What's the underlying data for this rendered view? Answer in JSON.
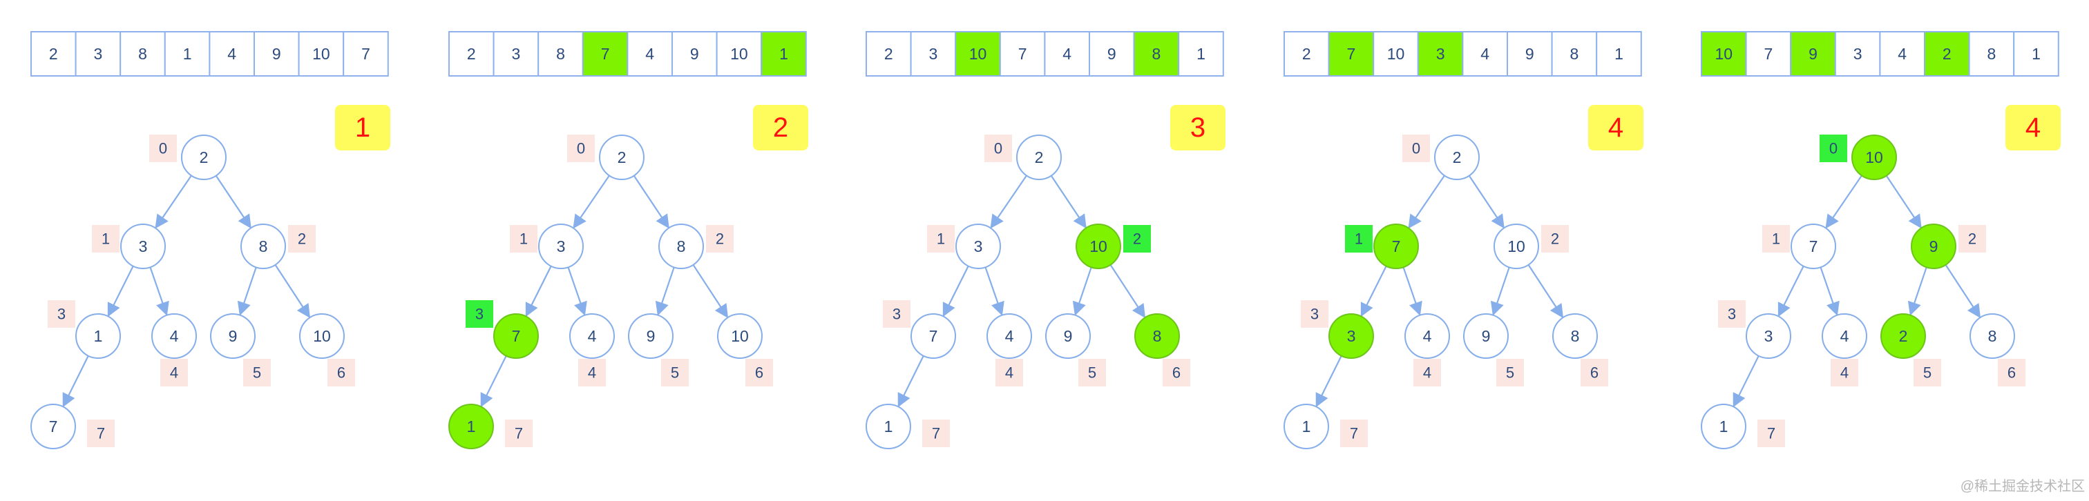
{
  "colors": {
    "cell_border": "#8fb2ef",
    "node_border": "#86aeea",
    "edge": "#86aeea",
    "text": "#2c4a7c",
    "highlight_fill": "#7ff200",
    "highlight_stroke": "#6cc51a",
    "index_badge": "#fce6e1",
    "index_badge_active": "#35f03a",
    "step_badge": "#fdfc5c",
    "step_text": "#ff0f0f"
  },
  "steps": [
    {
      "step_label": "1",
      "array": [
        "2",
        "3",
        "8",
        "1",
        "4",
        "9",
        "10",
        "7"
      ],
      "array_highlight": [],
      "tree_nodes": [
        "2",
        "3",
        "8",
        "1",
        "4",
        "9",
        "10",
        "7"
      ],
      "tree_highlight": [],
      "index_labels": [
        "0",
        "1",
        "2",
        "3",
        "4",
        "5",
        "6",
        "7"
      ],
      "index_active": []
    },
    {
      "step_label": "2",
      "array": [
        "2",
        "3",
        "8",
        "7",
        "4",
        "9",
        "10",
        "1"
      ],
      "array_highlight": [
        3,
        7
      ],
      "tree_nodes": [
        "2",
        "3",
        "8",
        "7",
        "4",
        "9",
        "10",
        "1"
      ],
      "tree_highlight": [
        3,
        7
      ],
      "index_labels": [
        "0",
        "1",
        "2",
        "3",
        "4",
        "5",
        "6",
        "7"
      ],
      "index_active": [
        3
      ]
    },
    {
      "step_label": "3",
      "array": [
        "2",
        "3",
        "10",
        "7",
        "4",
        "9",
        "8",
        "1"
      ],
      "array_highlight": [
        2,
        6
      ],
      "tree_nodes": [
        "2",
        "3",
        "10",
        "7",
        "4",
        "9",
        "8",
        "1"
      ],
      "tree_highlight": [
        2,
        6
      ],
      "index_labels": [
        "0",
        "1",
        "2",
        "3",
        "4",
        "5",
        "6",
        "7"
      ],
      "index_active": [
        2
      ]
    },
    {
      "step_label": "4",
      "array": [
        "2",
        "7",
        "10",
        "3",
        "4",
        "9",
        "8",
        "1"
      ],
      "array_highlight": [
        1,
        3
      ],
      "tree_nodes": [
        "2",
        "7",
        "10",
        "3",
        "4",
        "9",
        "8",
        "1"
      ],
      "tree_highlight": [
        1,
        3
      ],
      "index_labels": [
        "0",
        "1",
        "2",
        "3",
        "4",
        "5",
        "6",
        "7"
      ],
      "index_active": [
        1
      ]
    },
    {
      "step_label": "4",
      "array": [
        "10",
        "7",
        "9",
        "3",
        "4",
        "2",
        "8",
        "1"
      ],
      "array_highlight": [
        0,
        2,
        5
      ],
      "tree_nodes": [
        "10",
        "7",
        "9",
        "3",
        "4",
        "2",
        "8",
        "1"
      ],
      "tree_highlight": [
        0,
        2,
        5
      ],
      "index_labels": [
        "0",
        "1",
        "2",
        "3",
        "4",
        "5",
        "6",
        "7"
      ],
      "index_active": [
        0
      ]
    }
  ],
  "watermark": "@稀土掘金技术社区"
}
